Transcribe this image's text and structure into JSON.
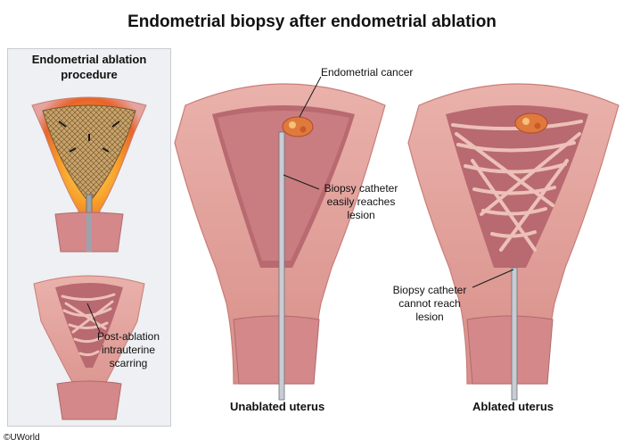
{
  "title": "Endometrial biopsy after endometrial ablation",
  "inset": {
    "title_line1": "Endometrial ablation",
    "title_line2": "procedure",
    "scarring_label": [
      "Post-ablation",
      "intrauterine",
      "scarring"
    ]
  },
  "middle": {
    "cancer_label": "Endometrial cancer",
    "catheter_label": [
      "Biopsy catheter",
      "easily reaches",
      "lesion"
    ],
    "caption": "Unablated uterus"
  },
  "right": {
    "catheter_label": [
      "Biopsy catheter",
      "cannot reach",
      "lesion"
    ],
    "caption": "Ablated uterus"
  },
  "copyright": "©UWorld",
  "colors": {
    "tissue": "#e4a39e",
    "tissue_dark": "#c97d78",
    "cavity": "#b86a70",
    "lesion": "#e07a3c",
    "panel_bg": "#eef0f3",
    "heat": "#f7a02a"
  }
}
